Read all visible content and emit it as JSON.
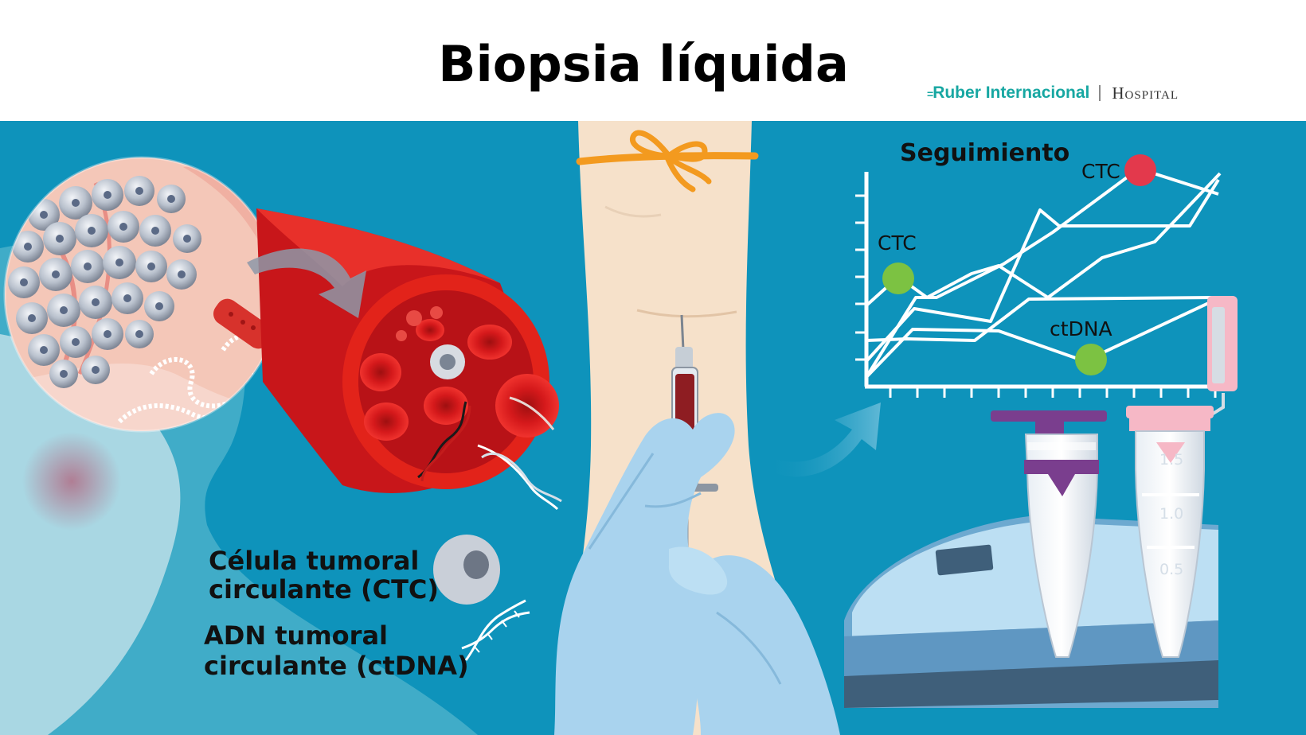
{
  "title": "Biopsia líquida",
  "logo": {
    "brand": "Ruber Internacional",
    "hospital": "Hospital"
  },
  "chart": {
    "heading": "Seguimiento",
    "markers": {
      "ctc_high": "CTC",
      "ctc_low": "CTC",
      "ctdna": "ctDNA"
    }
  },
  "legend": {
    "ctc_line1": "Célula tumoral",
    "ctc_line2": "circulante (CTC)",
    "ctdna_line1": "ADN tumoral",
    "ctdna_line2": "circulante (ctDNA)"
  },
  "tube": {
    "scale": [
      "1.5",
      "1.0",
      "0.5"
    ]
  },
  "colors": {
    "background": "#0e93bb",
    "vessel_red": "#e2231a",
    "marker_red": "#e3394c",
    "marker_green": "#7cc242",
    "glove": "#a9d3ee",
    "tourniquet": "#f39a1f",
    "logo_teal": "#17a7a2"
  }
}
